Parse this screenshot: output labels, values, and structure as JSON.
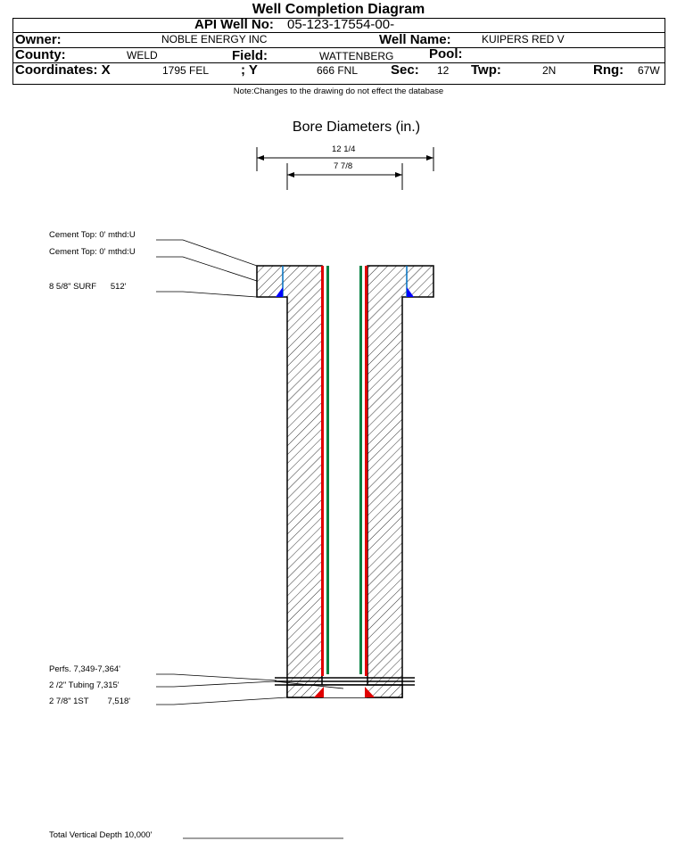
{
  "title": "Well Completion Diagram",
  "header": {
    "api_label": "API Well No:",
    "api_value": "05-123-17554-00-",
    "owner_label": "Owner:",
    "owner_value": "NOBLE ENERGY INC",
    "well_name_label": "Well Name:",
    "well_name_value": "KUIPERS RED V",
    "county_label": "County:",
    "county_value": "WELD",
    "field_label": "Field:",
    "field_value": "WATTENBERG",
    "pool_label": "Pool:",
    "pool_value": "",
    "coord_x_label": "Coordinates: X",
    "coord_x_value": "1795 FEL",
    "coord_y_label": "; Y",
    "coord_y_value": "666 FNL",
    "sec_label": "Sec:",
    "sec_value": "12",
    "twp_label": "Twp:",
    "twp_value": "2N",
    "rng_label": "Rng:",
    "rng_value": "67W"
  },
  "note": "Note:Changes to the drawing do not effect the database",
  "bore": {
    "title": "Bore Diameters (in.)",
    "d1": "12 1/4",
    "d2": "7 7/8"
  },
  "labels": {
    "cement1": "Cement Top: 0' mthd:U",
    "cement2": "Cement Top: 0' mthd:U",
    "surf": "8 5/8\" SURF      512'",
    "perfs": "Perfs. 7,349-7,364'",
    "tubing": "2 /2\" Tubing 7,315'",
    "first": "2 7/8\" 1ST        7,518'",
    "tvd": "Total Vertical Depth 10,000'"
  }
}
